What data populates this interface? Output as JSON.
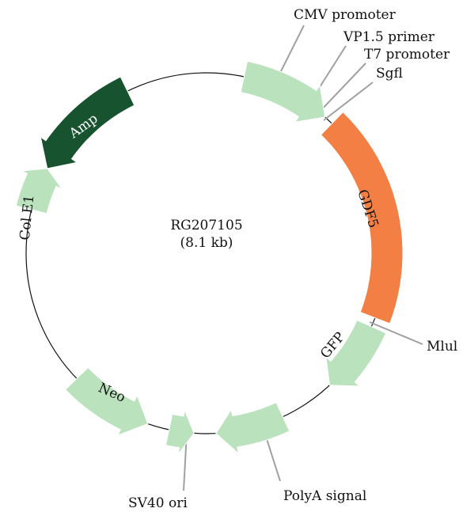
{
  "plasmid": {
    "name": "RG207105",
    "size": "(8.1 kb)"
  },
  "features": [
    {
      "label": "Amp",
      "color": "#17532f",
      "text_color": "#ffffff"
    },
    {
      "label": "Col E1",
      "color": "#b9e2bd",
      "text_color": "#111111"
    },
    {
      "label": "GDF5",
      "color": "#f47f44",
      "text_color": "#111111"
    },
    {
      "label": "GFP",
      "color": "#b9e2bd",
      "text_color": "#111111"
    },
    {
      "label": "Neo",
      "color": "#b9e2bd",
      "text_color": "#111111"
    }
  ],
  "unlabeled_features": [
    {
      "name": "cmv-promoter-arrow",
      "color": "#b9e2bd"
    },
    {
      "name": "polya-signal-arrow",
      "color": "#b9e2bd"
    },
    {
      "name": "sv40-ori-arrow",
      "color": "#b9e2bd"
    }
  ],
  "callouts": [
    {
      "label": "CMV promoter"
    },
    {
      "label": "VP1.5 primer"
    },
    {
      "label": "T7 promoter"
    },
    {
      "label": "Sgfl"
    },
    {
      "label": "Mlul"
    },
    {
      "label": "PolyA signal"
    },
    {
      "label": "SV40 ori"
    }
  ],
  "colors": {
    "backbone": "#111111",
    "leader_line": "#a0a0a0"
  }
}
